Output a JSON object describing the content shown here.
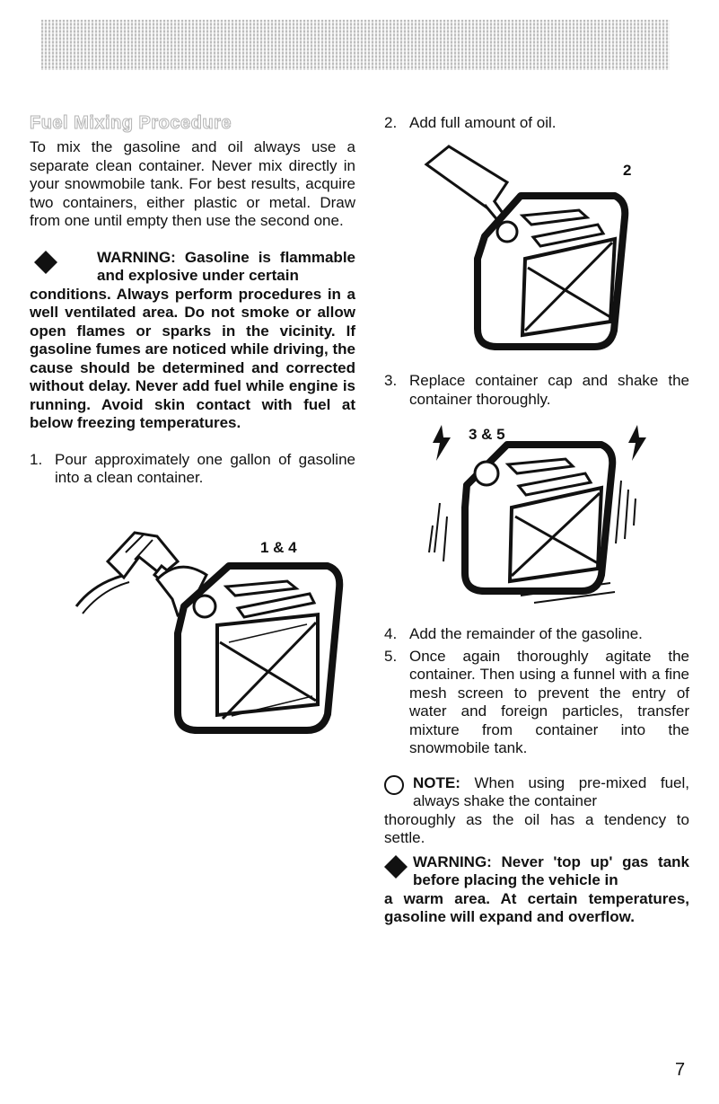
{
  "left": {
    "section_title": "Fuel Mixing Procedure",
    "intro": "To mix the gasoline and oil always use a separate clean container. Never mix directly in your snowmobile tank. For best results, acquire two containers, either plastic or metal. Draw from one until empty then use the second one.",
    "warning": {
      "head": "WARNING: Gasoline is flammable and explosive under certain",
      "body": "conditions. Always perform procedures in a well ventilated area. Do not smoke or allow open flames or sparks in the vicinity. If gasoline fumes are noticed while driving, the cause should be determined and corrected without delay. Never add fuel while engine is running. Avoid skin contact with fuel at below freezing temperatures."
    },
    "step1": {
      "num": "1.",
      "text": "Pour approximately one gallon of gasoline into a clean container."
    },
    "fig1_label": "1 & 4"
  },
  "right": {
    "step2": {
      "num": "2.",
      "text": "Add full amount of oil."
    },
    "fig2_label": "2",
    "step3": {
      "num": "3.",
      "text": "Replace container cap and shake the container thoroughly."
    },
    "fig3_label": "3 & 5",
    "step4": {
      "num": "4.",
      "text": "Add the remainder of the gasoline."
    },
    "step5": {
      "num": "5.",
      "text": "Once again thoroughly agitate the container. Then using a funnel with a fine mesh screen to prevent the entry of water and foreign particles, transfer mixture from container into the snowmobile tank."
    },
    "note": {
      "label": "NOTE:",
      "head": "When using pre-mixed fuel, always shake the container",
      "body": "thoroughly as the oil has a tendency to settle."
    },
    "warning2": {
      "head": "WARNING: Never 'top up' gas tank before placing the vehicle in",
      "body": "a warm area. At certain temperatures, gasoline will expand and overflow."
    }
  },
  "page_number": "7"
}
